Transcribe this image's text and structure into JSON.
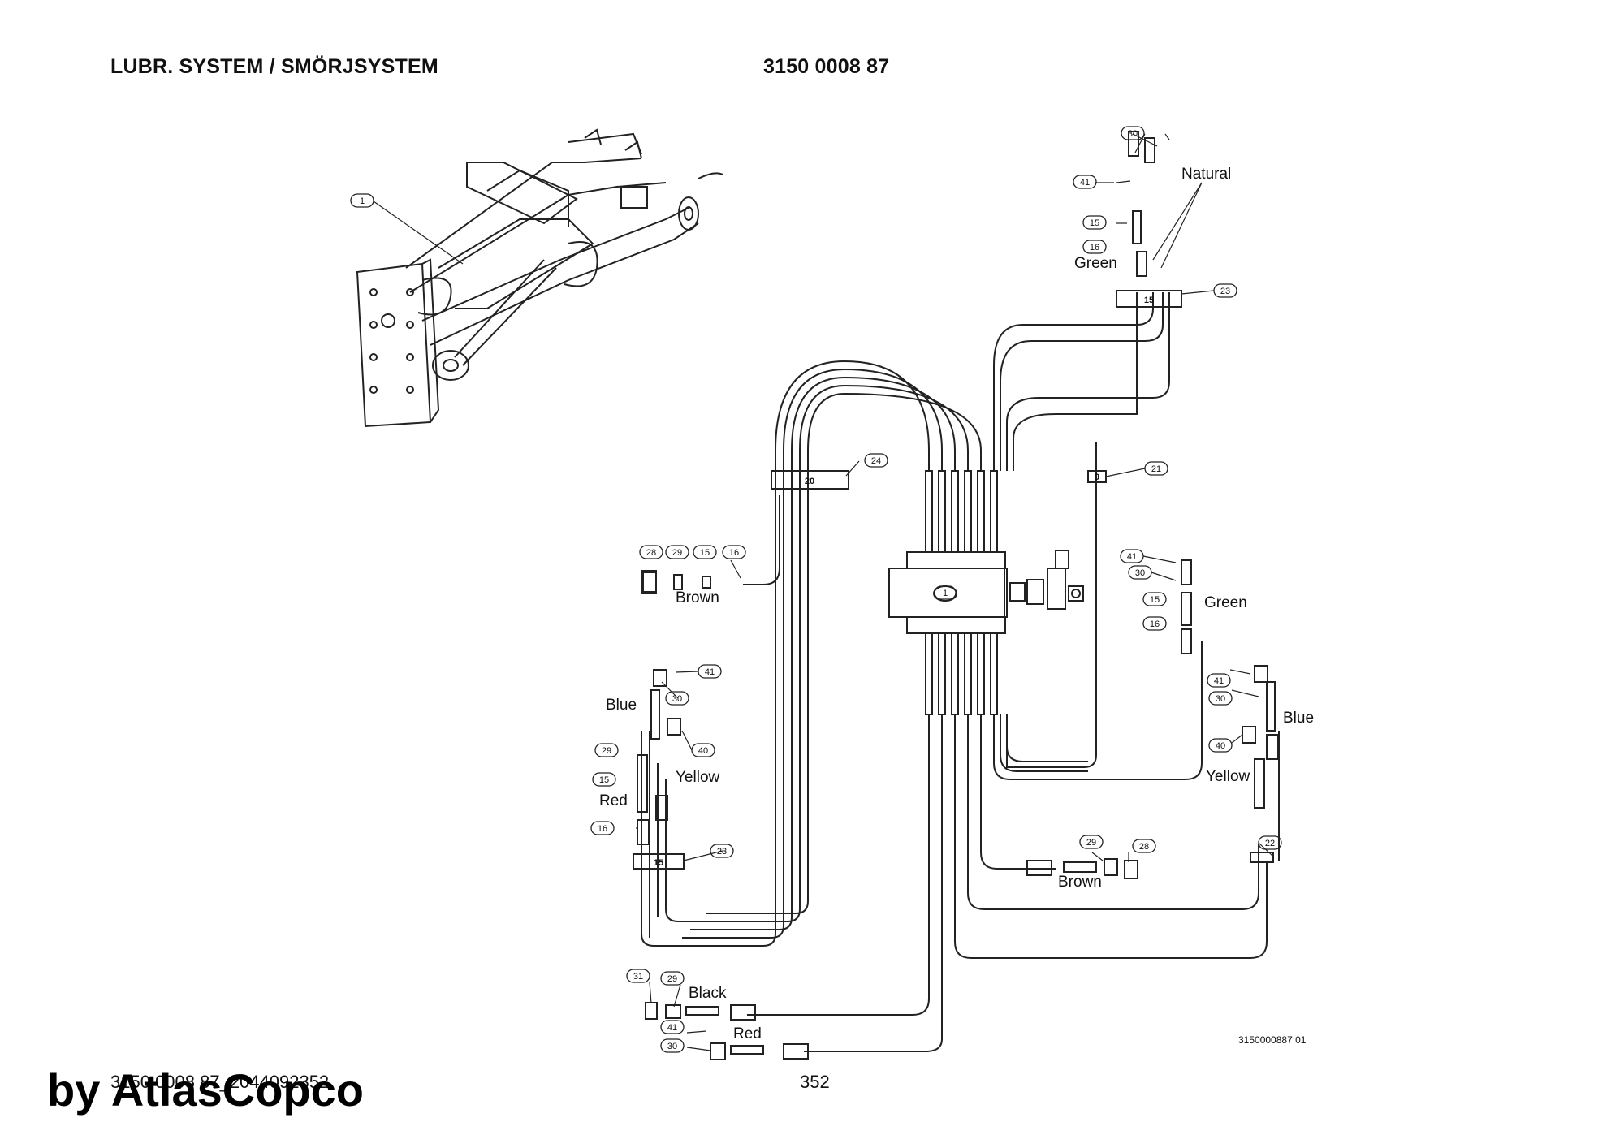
{
  "header": {
    "title": "LUBR. SYSTEM / SMÖRJSYSTEM",
    "part_number": "3150 0008 87"
  },
  "footer": {
    "doc_ref": "3150 0008 87_2044092352",
    "page": "352",
    "watermark": "by AtlasCopco"
  },
  "drawing_number": "3150000887 01",
  "distributor_label": "1",
  "clamp_labels": {
    "top_right": "15",
    "u_bend": "20",
    "single": "9",
    "left": "15"
  },
  "callouts": {
    "c1": "1",
    "c30_tr": "30",
    "c41_tr": "41",
    "c15_tr": "15",
    "c16_tr": "16",
    "c23_tr": "23",
    "c24": "24",
    "c21": "21",
    "c28_l": "28",
    "c29_l": "29",
    "c15_l": "15",
    "c16_l": "16",
    "c41_r": "41",
    "c30_r": "30",
    "c15_r": "15",
    "c16_r": "16",
    "c41_ml": "41",
    "c30_ml": "30",
    "c40_ml": "40",
    "c29_ml": "29",
    "c15_ml": "15",
    "c16_ml": "16",
    "c23_ml": "23",
    "c41_rr": "41",
    "c30_rr": "30",
    "c40_rr": "40",
    "c22": "22",
    "c29_b": "29",
    "c28_b": "28",
    "c31": "31",
    "c29_bl": "29",
    "c41_bl": "41",
    "c30_bl": "30"
  },
  "color_labels": {
    "natural": "Natural",
    "green_tr": "Green",
    "brown_l": "Brown",
    "green_r": "Green",
    "blue_l": "Blue",
    "yellow_l": "Yellow",
    "red_l": "Red",
    "blue_r": "Blue",
    "yellow_r": "Yellow",
    "brown_b": "Brown",
    "black": "Black",
    "red_b": "Red"
  }
}
